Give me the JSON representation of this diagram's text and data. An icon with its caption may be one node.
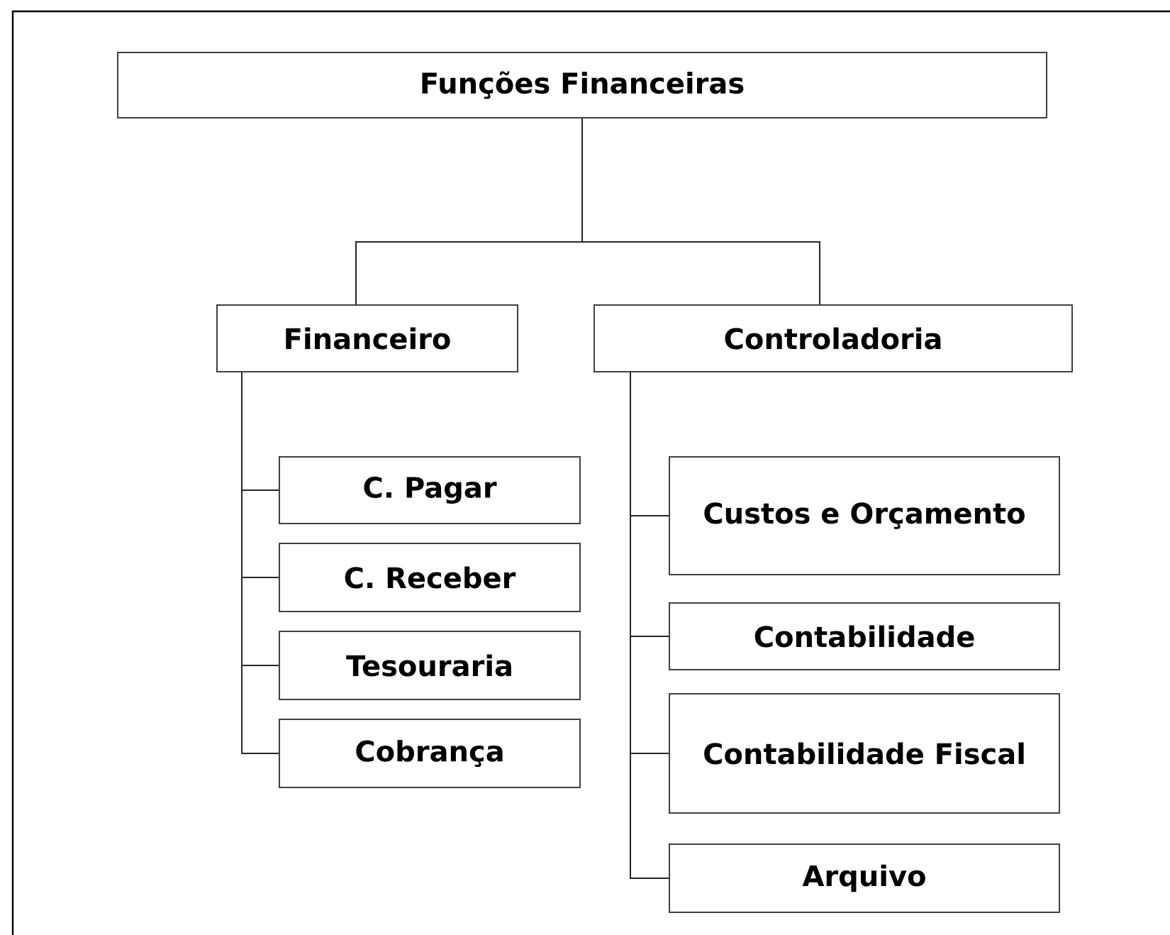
{
  "diagram": {
    "nodes": [
      {
        "text": [
          "Funções Financeiras"
        ]
      },
      {
        "text": [
          "Financeiro"
        ]
      },
      {
        "text": [
          "Controladoria"
        ]
      },
      {
        "text": [
          "C. Pagar"
        ]
      },
      {
        "text": [
          "C. Receber"
        ]
      },
      {
        "text": [
          "Tesouraria"
        ]
      },
      {
        "text": [
          "Cobrança"
        ]
      },
      {
        "text": [
          "Custos e Orçamento"
        ]
      },
      {
        "text": [
          "Contabilidade"
        ]
      },
      {
        "text": [
          "Contabilidade Fiscal"
        ]
      },
      {
        "text": [
          "Arquivo"
        ]
      }
    ],
    "edges": [
      {
        "from": 0,
        "to": 1,
        "arrow": "none"
      },
      {
        "from": 0,
        "to": 2,
        "arrow": "none"
      },
      {
        "from": 1,
        "to": 3,
        "arrow": "none"
      },
      {
        "from": 1,
        "to": 4,
        "arrow": "none"
      },
      {
        "from": 1,
        "to": 5,
        "arrow": "none"
      },
      {
        "from": 1,
        "to": 6,
        "arrow": "none"
      },
      {
        "from": 2,
        "to": 7,
        "arrow": "none"
      },
      {
        "from": 2,
        "to": 8,
        "arrow": "none"
      },
      {
        "from": 2,
        "to": 9,
        "arrow": "none"
      },
      {
        "from": 2,
        "to": 10,
        "arrow": "none"
      }
    ]
  }
}
